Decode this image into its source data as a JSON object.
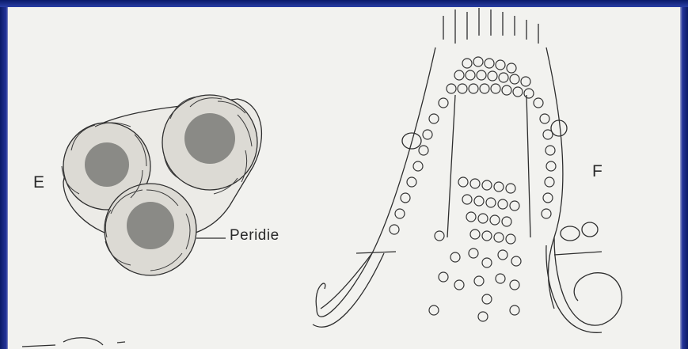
{
  "figure": {
    "labels": {
      "panel_e": "E",
      "panel_f": "F",
      "peridie": "Peridie"
    },
    "colors": {
      "frame": "#1b2a7a",
      "paper": "#f2f2ef",
      "ink": "#2a2a2a"
    }
  }
}
